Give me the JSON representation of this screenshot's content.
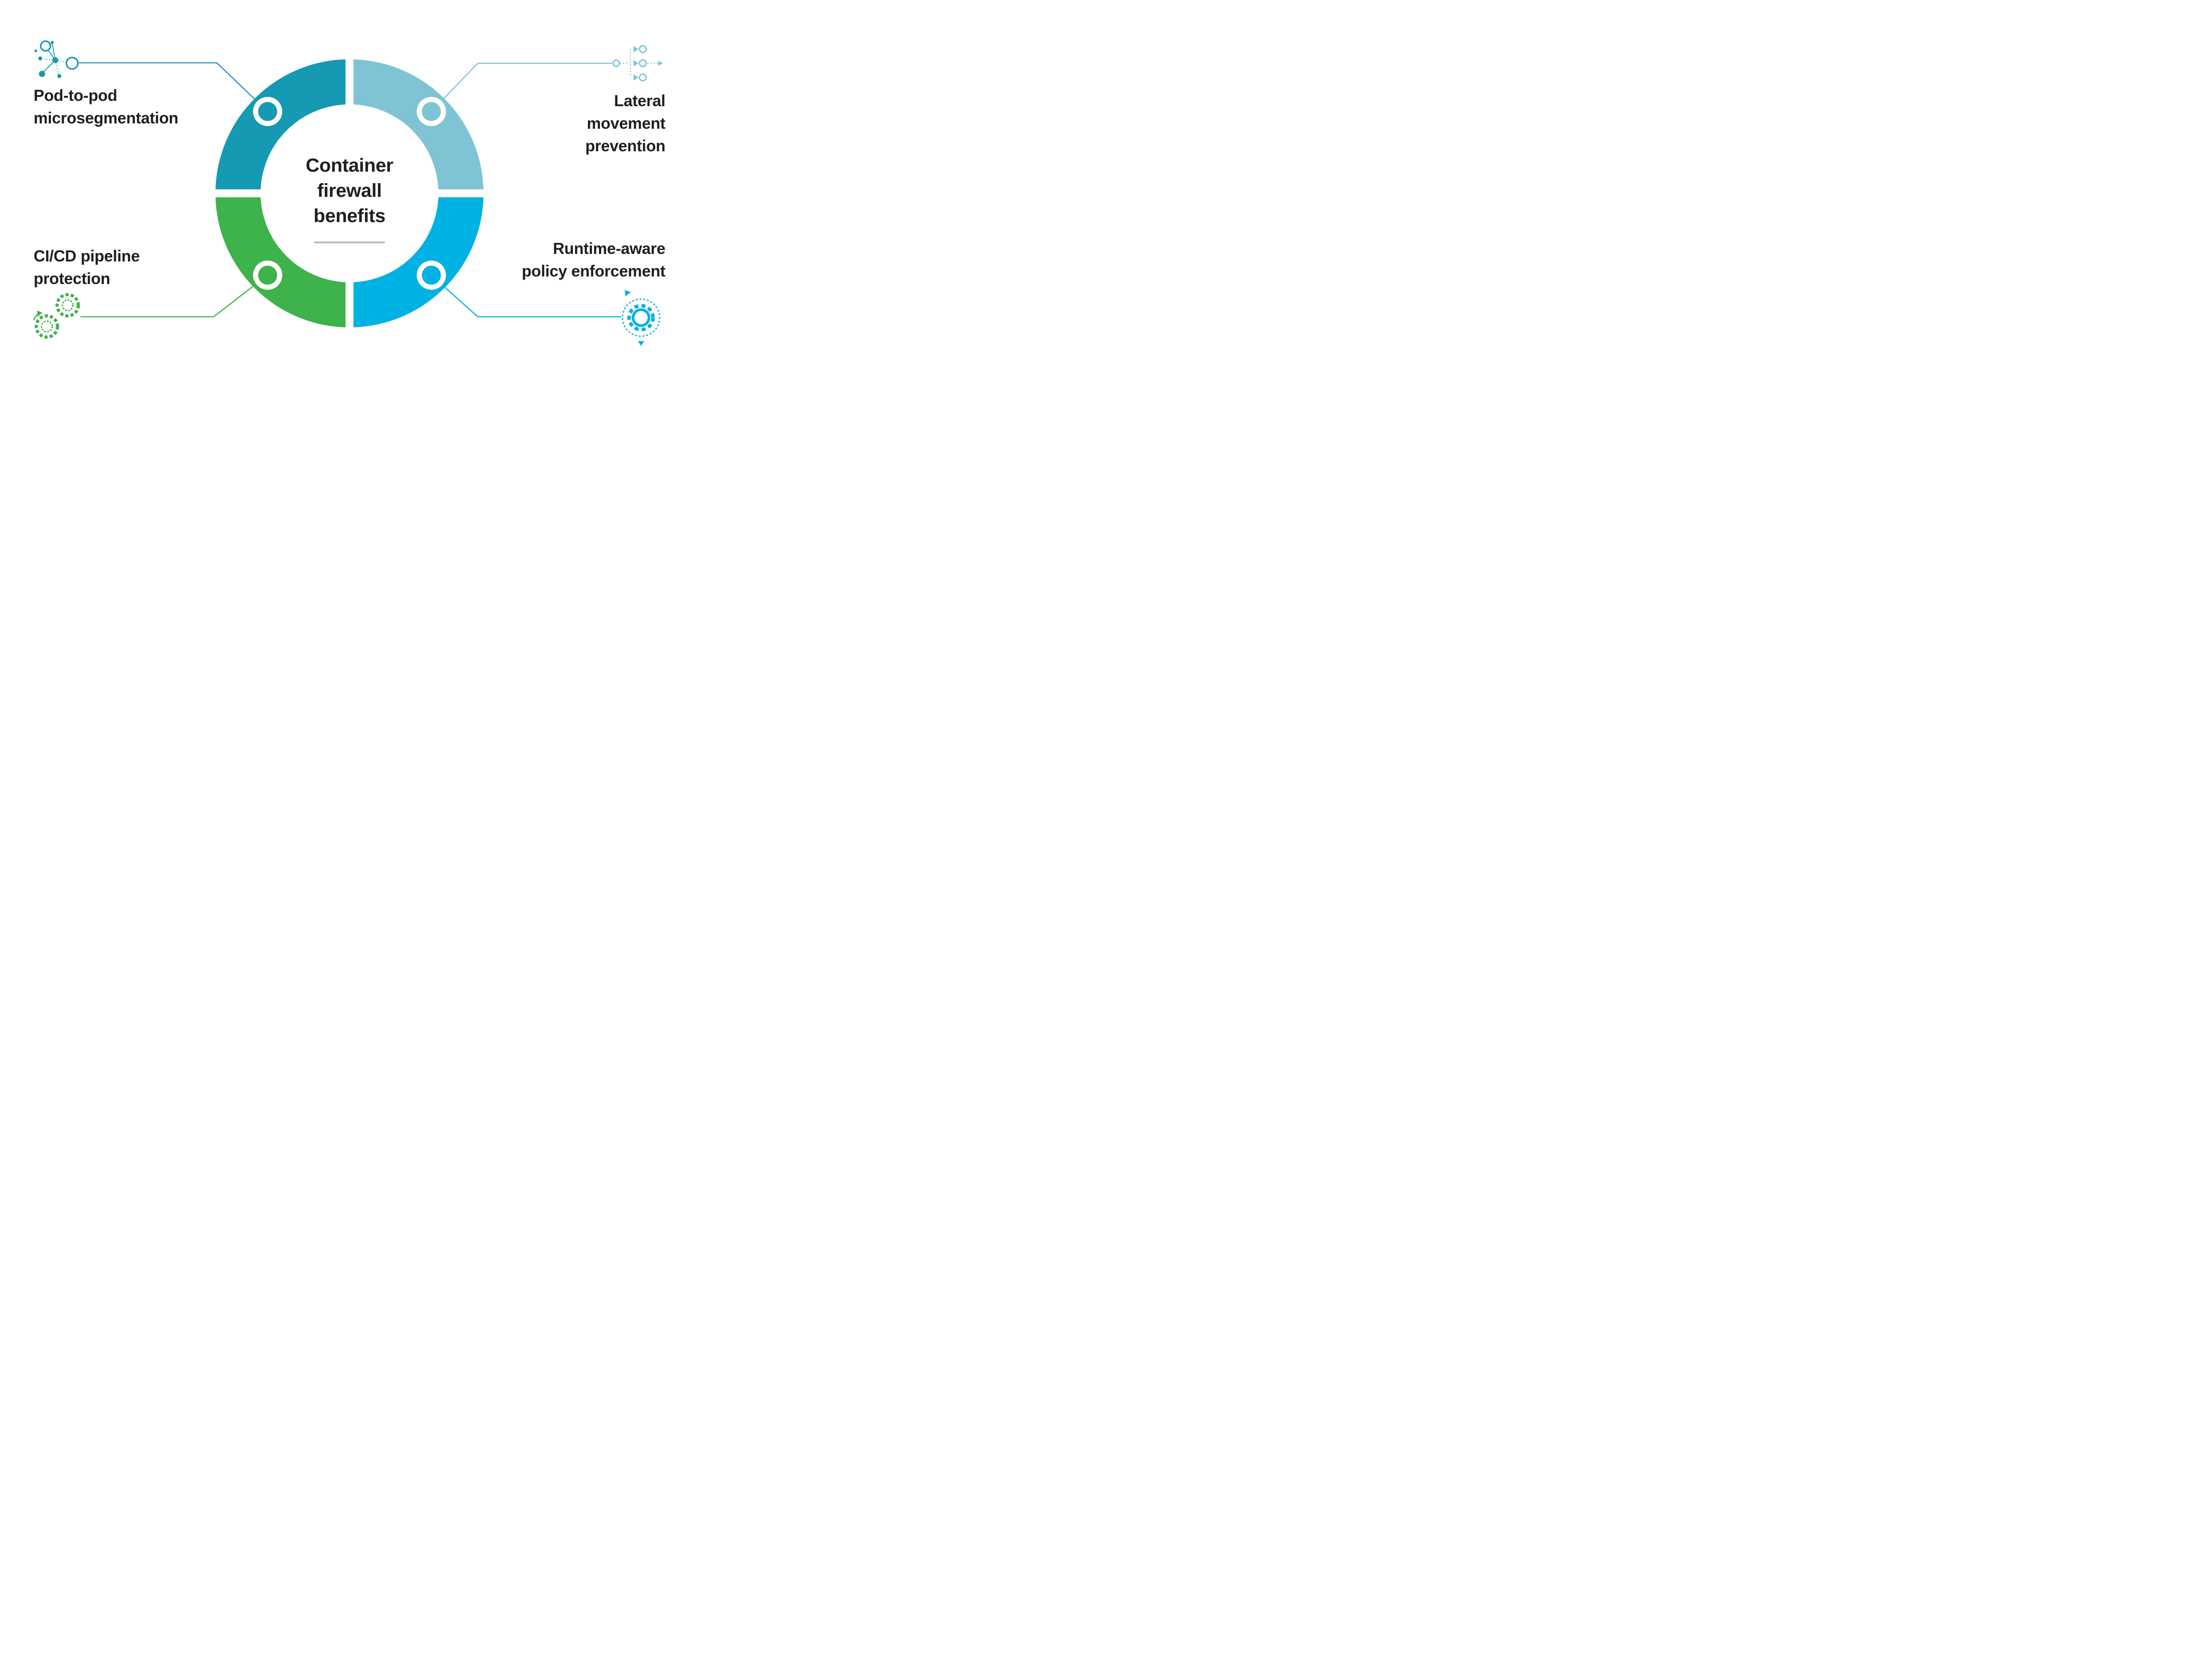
{
  "center": {
    "title_lines": [
      "Container",
      "firewall",
      "benefits"
    ]
  },
  "benefits": [
    {
      "name": "pod-to-pod-microsegmentation",
      "label_lines": [
        "Pod-to-pod",
        "microsegmentation"
      ],
      "color": "#1699b2",
      "icon": "network-nodes-icon",
      "position": "top-left"
    },
    {
      "name": "lateral-movement-prevention",
      "label_lines": [
        "Lateral",
        "movement",
        "prevention"
      ],
      "color": "#7fc4d5",
      "icon": "lateral-movement-icon",
      "position": "top-right"
    },
    {
      "name": "cicd-pipeline-protection",
      "label_lines": [
        "CI/CD pipeline",
        "protection"
      ],
      "color": "#3eb24b",
      "icon": "cicd-loop-gears-icon",
      "position": "bottom-left"
    },
    {
      "name": "runtime-aware-policy-enforcement",
      "label_lines": [
        "Runtime-aware",
        "policy enforcement"
      ],
      "color": "#00b2e3",
      "icon": "runtime-gear-icon",
      "position": "bottom-right"
    }
  ],
  "colors": {
    "background": "#ffffff",
    "text": "#1f1f1f",
    "divider": "#b9b9b9",
    "teal": "#1699b2",
    "light_blue": "#7fc4d5",
    "green": "#3eb24b",
    "cyan": "#00b2e3"
  }
}
